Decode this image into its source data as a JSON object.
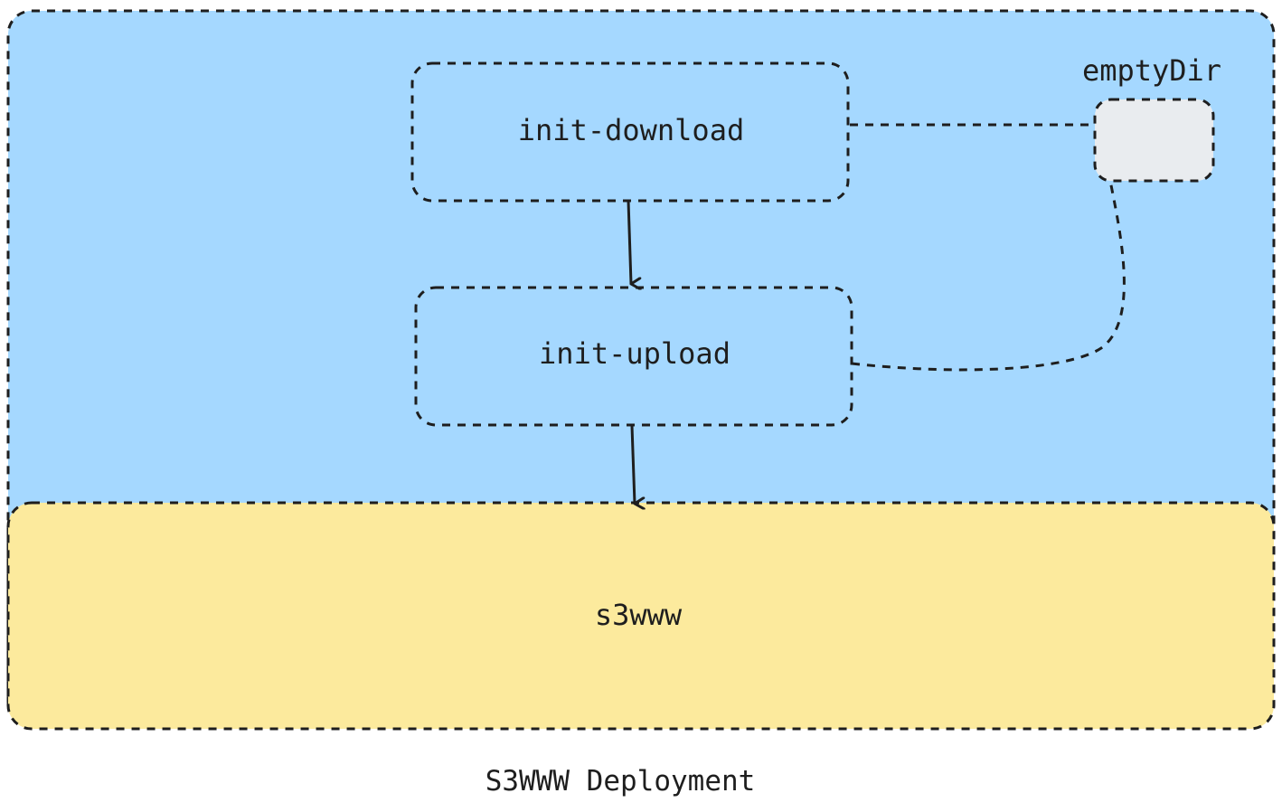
{
  "diagram": {
    "caption": "S3WWW Deployment",
    "colors": {
      "container_fill": "#a5d8ff",
      "app_fill": "#fcea9d",
      "volume_fill": "#e9ecef",
      "stroke": "#1e1e1e",
      "background": "#ffffff"
    },
    "nodes": {
      "init_download": "init-download",
      "init_upload": "init-upload",
      "s3www": "s3www",
      "empty_dir": "emptyDir"
    },
    "edges": [
      {
        "from": "init-download",
        "to": "init-upload",
        "style": "solid-arrow"
      },
      {
        "from": "init-upload",
        "to": "s3www",
        "style": "solid-arrow"
      },
      {
        "from": "init-download",
        "to": "emptyDir",
        "style": "dashed-line"
      },
      {
        "from": "init-upload",
        "to": "emptyDir",
        "style": "dashed-line"
      }
    ]
  }
}
